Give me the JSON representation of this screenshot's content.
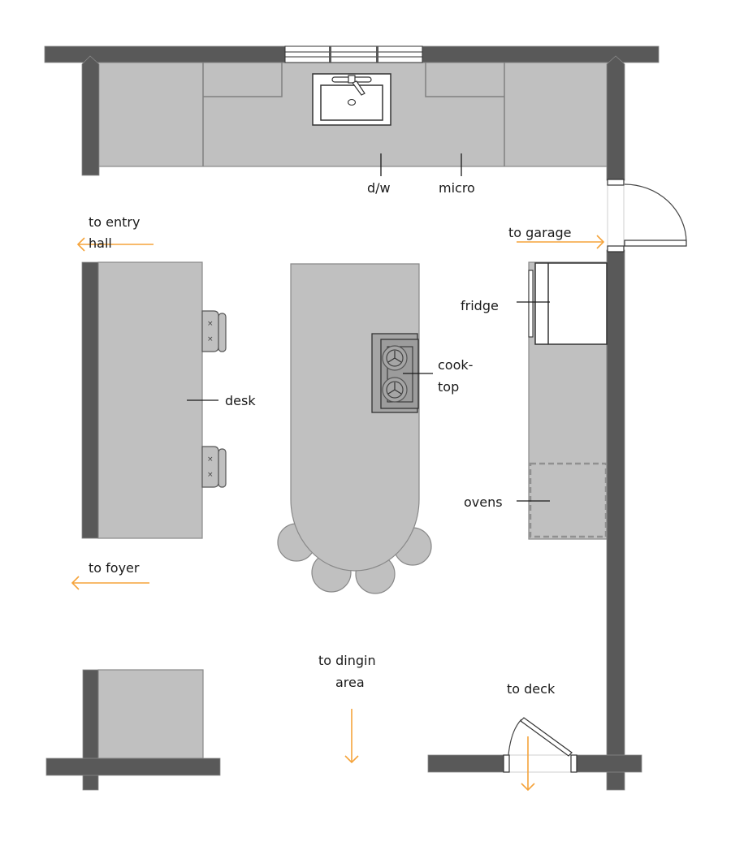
{
  "diagram": {
    "type": "kitchen-floor-plan",
    "colors": {
      "wall": "#595959",
      "counter": "#c0c0c0",
      "arrow": "#f5a33a",
      "text": "#1a1a1a"
    },
    "fixture_labels": {
      "dishwasher": "d/w",
      "microwave": "micro",
      "fridge": "fridge",
      "cooktop_line1": "cook-",
      "cooktop_line2": "top",
      "desk": "desk",
      "ovens": "ovens"
    },
    "direction_labels": {
      "entry_hall_line1": "to entry",
      "entry_hall_line2": "hall",
      "garage": "to garage",
      "foyer": "to foyer",
      "dining_line1": "to dingin",
      "dining_line2": "area",
      "deck": "to deck"
    },
    "elements": [
      "walls",
      "window",
      "sink",
      "upper-counter-run",
      "right-counter-run",
      "desk-counter",
      "island",
      "island-stools",
      "desk-chairs",
      "cooktop",
      "fridge",
      "ovens",
      "garage-door",
      "deck-door",
      "corner-cabinet"
    ]
  }
}
